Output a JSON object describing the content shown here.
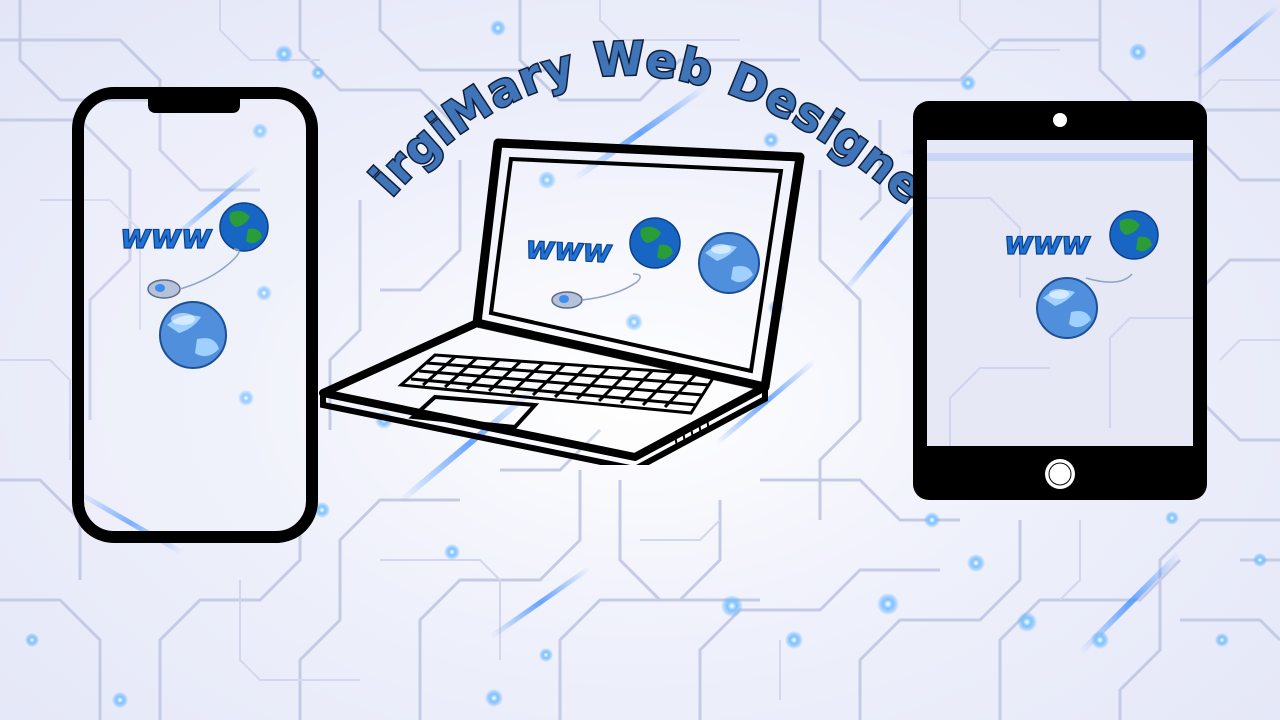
{
  "banner": {
    "title": "VirgiMary Web Designer"
  },
  "devices": {
    "phone": {
      "label": "www"
    },
    "laptop": {
      "label": "www"
    },
    "tablet": {
      "label": "www"
    }
  },
  "colors": {
    "background": "#e8eaf8",
    "circuit_line": "#c4cbe6",
    "circuit_glow": "#4aa3ff",
    "device_outline": "#000000",
    "title_fill": "#3f74b8",
    "title_stroke": "#0e1f3a",
    "www_fill": "#1f73d6",
    "globe_ocean": "#1766c4",
    "globe_land": "#2a9d38"
  },
  "icons": [
    "globe-icon",
    "mouse-icon",
    "phone-device",
    "laptop-device",
    "tablet-device"
  ]
}
